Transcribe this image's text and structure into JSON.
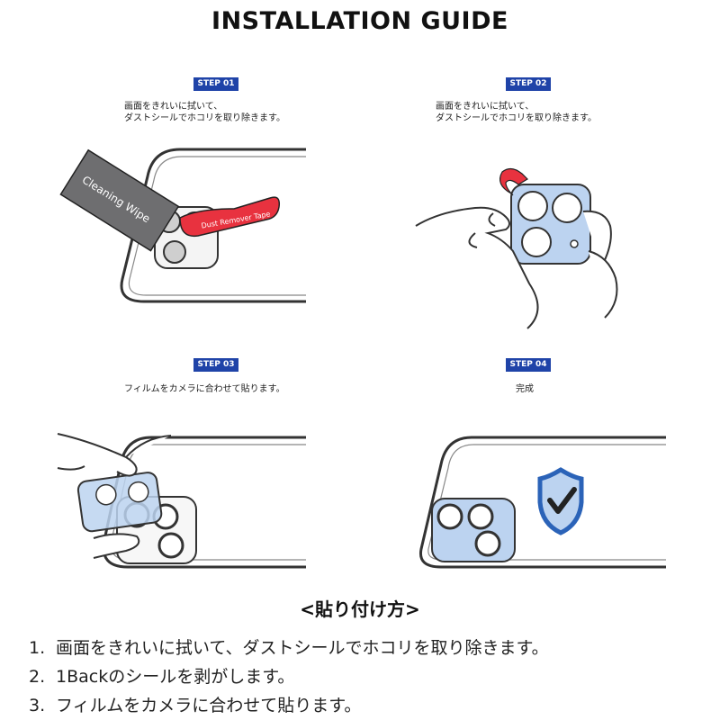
{
  "title": "INSTALLATION GUIDE",
  "steps": [
    {
      "badge": "STEP 01",
      "lines": [
        "画面をきれいに拭いて、",
        "ダストシールでホコリを取り除きます。"
      ]
    },
    {
      "badge": "STEP 02",
      "lines": [
        "画面をきれいに拭いて、",
        "ダストシールでホコリを取り除きます。"
      ]
    },
    {
      "badge": "STEP 03",
      "lines": [
        "フィルムをカメラに合わせて貼ります。"
      ]
    },
    {
      "badge": "STEP 04",
      "lines": [
        "完成"
      ]
    }
  ],
  "illustration_labels": {
    "cleaning_wipe": "Cleaning Wipe",
    "dust_remover_tape": "Dust Remover Tape"
  },
  "subheading": "<貼り付け方>",
  "instructions": [
    {
      "num": "1.",
      "text": "画面をきれいに拭いて、ダストシールでホコリを取り除きます。"
    },
    {
      "num": "2.",
      "text": "1Backのシールを剥がします。"
    },
    {
      "num": "3.",
      "text": "フィルムをカメラに合わせて貼ります。"
    }
  ],
  "colors": {
    "badge": "#1f43a8",
    "tape_red": "#e8323f",
    "wipe_gray": "#6e6e70",
    "shield_blue": "#2b63b8",
    "film_blue": "#bcd3f0"
  },
  "icons": [
    "phone-outline",
    "hand",
    "shield-check-icon",
    "camera-lens"
  ]
}
